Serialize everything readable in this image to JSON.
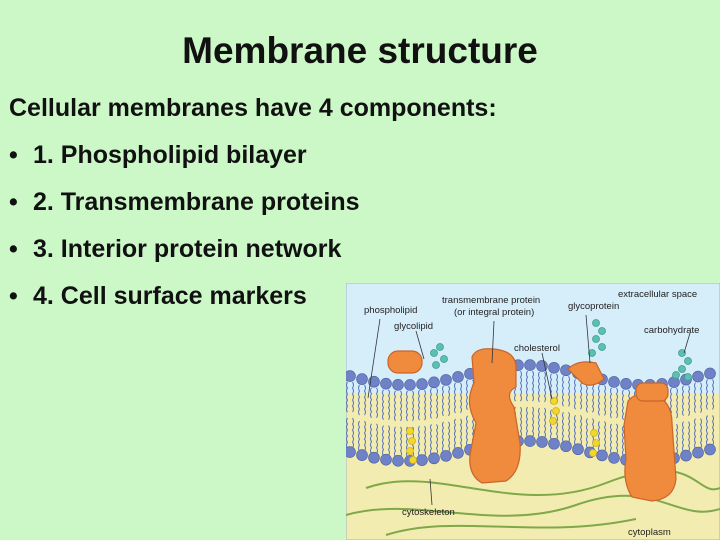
{
  "slide": {
    "title": "Membrane structure",
    "intro": "Cellular membranes have 4 components:",
    "bullet_marker": "•",
    "items": [
      "1. Phospholipid bilayer",
      "2. Transmembrane proteins",
      "3. Interior protein network",
      "4. Cell surface markers"
    ]
  },
  "diagram": {
    "labels": {
      "phospholipid": "phospholipid",
      "transmembrane_1": "transmembrane protein",
      "transmembrane_2": "(or integral protein)",
      "glycoprotein": "glycoprotein",
      "extracellular": "extracellular space",
      "glycolipid": "glycolipid",
      "cholesterol": "cholesterol",
      "carbohydrate": "carbohydrate",
      "cytoskeleton": "cytoskeleton",
      "cytoplasm": "cytoplasm"
    },
    "colors": {
      "extracellular": "#d6eefa",
      "cytoplasm": "#f3ecb0",
      "head": "#6f82c8",
      "tail": "#5a74b8",
      "protein": "#f08a3c",
      "protein_edge": "#c9652a",
      "carbohydrate": "#5cc0b0",
      "cholesterol": "#f2d62a",
      "cytoskeleton": "#7fa84a"
    }
  }
}
